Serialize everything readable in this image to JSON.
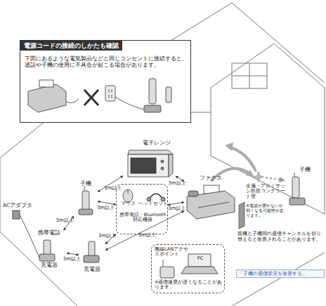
{
  "diagram": {
    "nodes": [
      {
        "text": [
          "電源コードの接続のしかたも確認",
          "下図にあるような電気製品などと同じコンセントに接続すると、通話や子機の使用に不具合が起こる場合があります。"
        ]
      },
      {
        "text": [
          "電子レンジ"
        ]
      },
      {
        "text": [
          "子機"
        ]
      },
      {
        "text": [
          "マウス",
          "ヘッドセット",
          "携帯電話・Bluetooth対応機器"
        ]
      },
      {
        "text": [
          "ファクス"
        ]
      },
      {
        "text": [
          "携帯電話",
          "充電器"
        ]
      },
      {
        "text": [
          "充電器"
        ]
      },
      {
        "text": [
          "無線LANアクセスポイント",
          "PC",
          "※通信速度が遅くなることがあります。"
        ]
      },
      {
        "text": [
          "金属・アルミサッシ鉄筋コンクリート壁",
          "※電波が届かないか弱くなる可能性があります。"
        ]
      },
      {
        "text": [
          "子機"
        ]
      }
    ],
    "edges": [
      {
        "from": 2,
        "to": 1,
        "arrow": "both",
        "label": "3m以上"
      },
      {
        "from": 1,
        "to": 4,
        "arrow": "both",
        "label": "3m以上"
      },
      {
        "from": 2,
        "to": 3,
        "arrow": "both",
        "label": "3m以上"
      },
      {
        "from": 3,
        "to": 4,
        "arrow": "both",
        "label": "3m以上"
      },
      {
        "from": 2,
        "to": 5,
        "arrow": "both",
        "label": "3m以上"
      },
      {
        "from": 5,
        "to": 6,
        "arrow": "both",
        "label": "3m以上"
      },
      {
        "from": 3,
        "to": 6,
        "arrow": "both",
        "label": "3m以上"
      },
      {
        "from": 6,
        "to": 4,
        "arrow": "both",
        "label": "3m以上"
      }
    ],
    "labels": [
      "ACアダプタ",
      "親機と子機間の通信チャンネルを切り替えると改善されることがあります。",
      "「子機の通信状況を改善する」"
    ]
  }
}
